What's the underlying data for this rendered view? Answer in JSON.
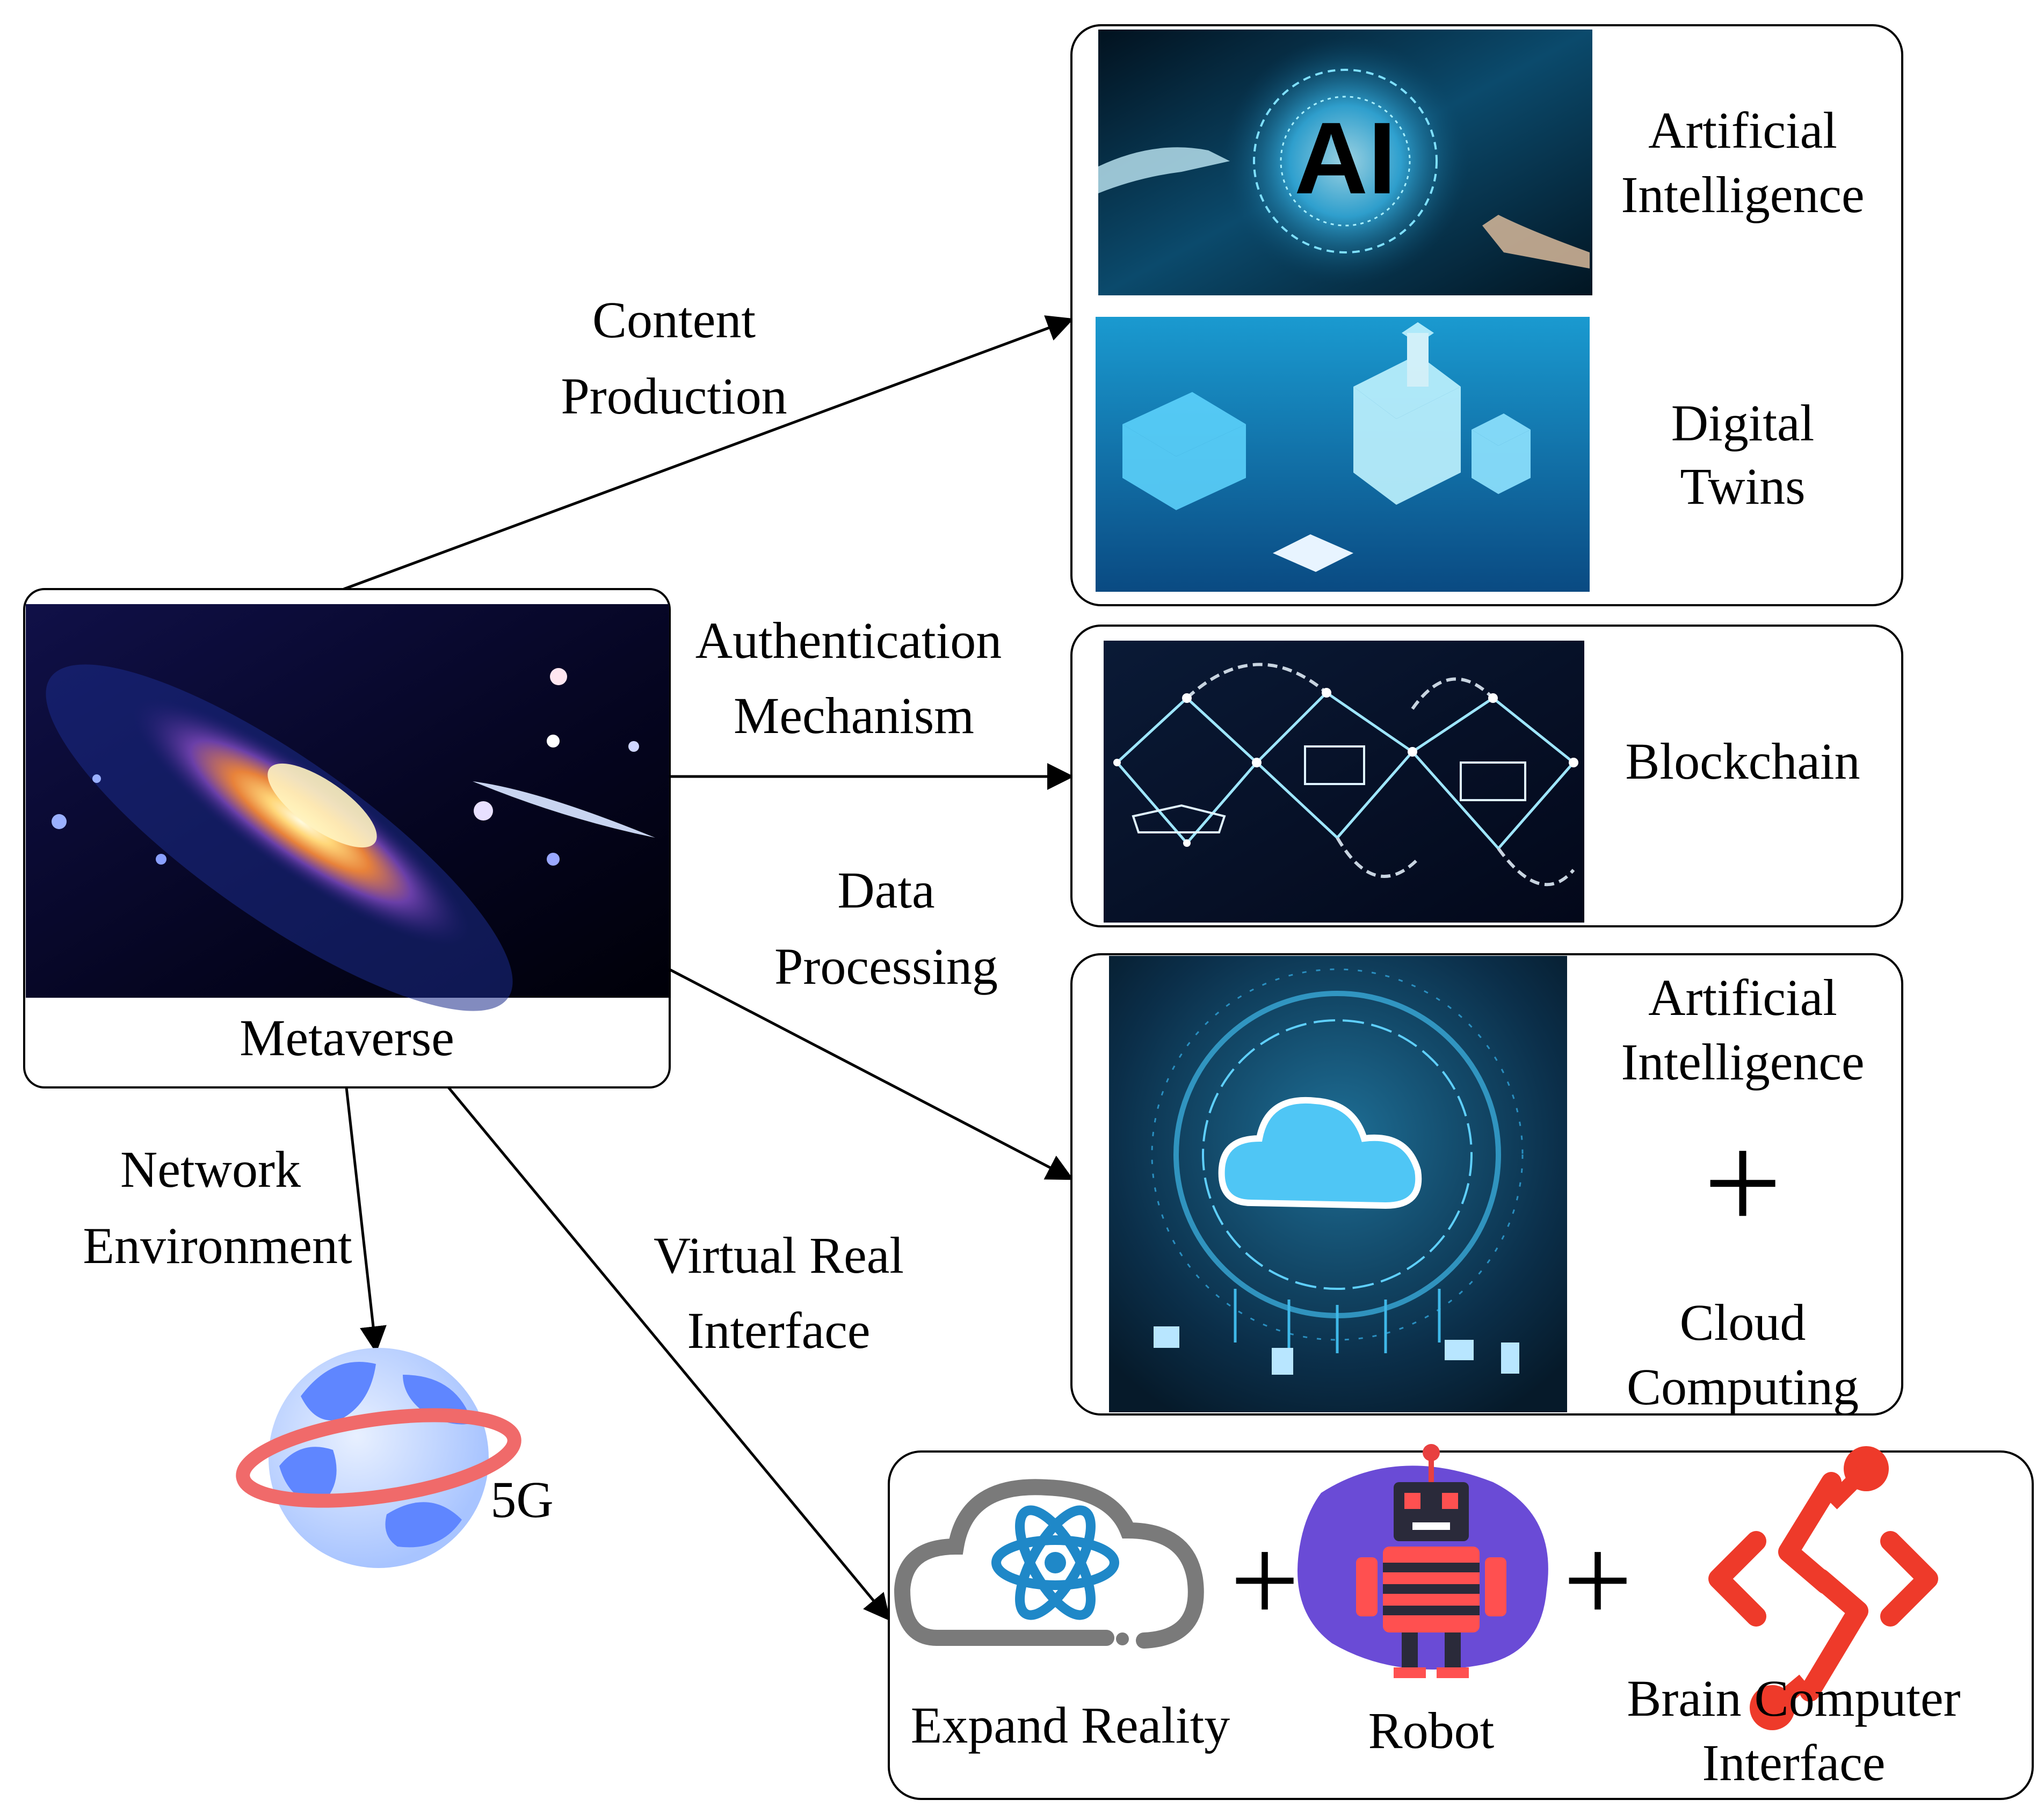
{
  "hub": {
    "label": "Metaverse"
  },
  "edges": {
    "content": [
      "Content",
      "Production"
    ],
    "auth": [
      "Authentication",
      "Mechanism"
    ],
    "data": [
      "Data",
      "Processing"
    ],
    "network": [
      "Network",
      "Environment"
    ],
    "vr": [
      "Virtual Real",
      "Interface"
    ]
  },
  "boxes": {
    "content": {
      "ai": [
        "Artificial",
        "Intelligence"
      ],
      "twins": [
        "Digital",
        "Twins"
      ]
    },
    "auth": {
      "blockchain": "Blockchain"
    },
    "data": {
      "ai": [
        "Artificial",
        "Intelligence"
      ],
      "plus": "+",
      "cloud": [
        "Cloud",
        "Computing"
      ]
    },
    "vr": {
      "expand": "Expand Reality",
      "plus1": "+",
      "robot": "Robot",
      "plus2": "+",
      "bci": [
        "Brain Computer",
        "Interface"
      ]
    },
    "network": {
      "fiveg": "5G"
    }
  },
  "images": {
    "metaverse": "galaxy-image",
    "ai": "ai-circuit-image",
    "twins": "digital-city-image",
    "blockchain": "blockchain-chain-image",
    "cloud": "cloud-circuit-image",
    "globe": "globe-icon",
    "expand": "atom-cloud-icon",
    "robot": "robot-icon",
    "bci": "bci-link-icon"
  }
}
